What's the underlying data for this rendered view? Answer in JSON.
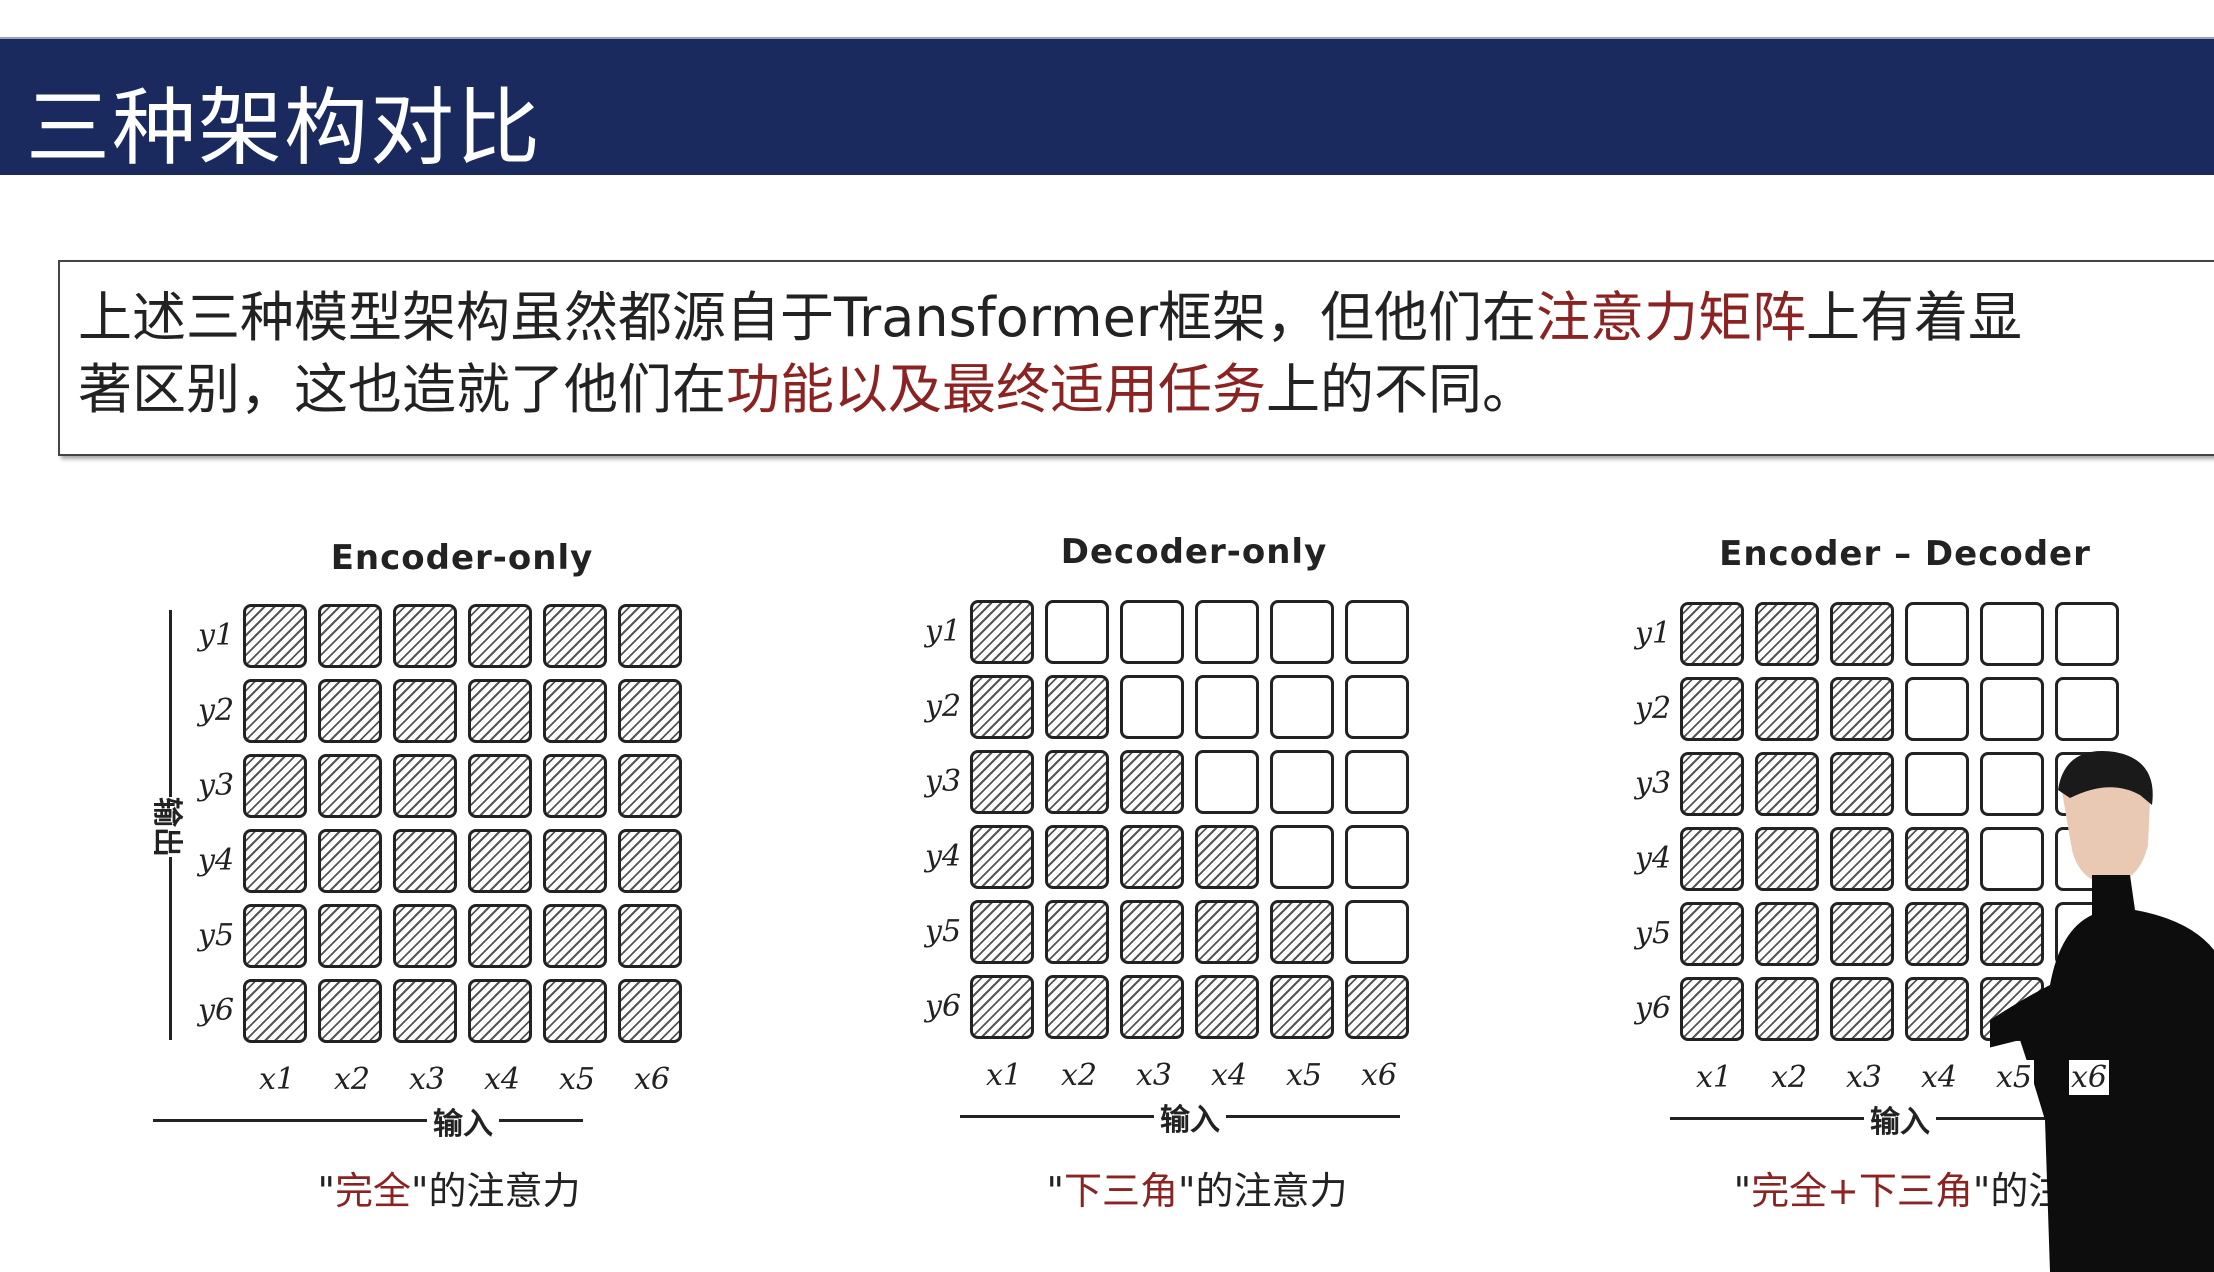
{
  "slide": {
    "title": "三种架构对比"
  },
  "description": {
    "line1_a": "上述三种模型架构虽然都源自于Transformer框架，但他们在",
    "line1_red": "注意力矩阵",
    "line1_b": "上有着显",
    "line2_a": "著区别，这也造就了他们在",
    "line2_red": "功能以及最终适用任务",
    "line2_b": "上的不同。"
  },
  "panels": [
    {
      "title": "Encoder-only",
      "y_axis_label": "输出",
      "x_axis_label": "输入",
      "caption_q1": "\"",
      "caption_red": "完全",
      "caption_q2": "\"",
      "caption_rest": "的注意力",
      "mask": "full"
    },
    {
      "title": "Decoder-only",
      "x_axis_label": "输入",
      "caption_q1": "\"",
      "caption_red": "下三角",
      "caption_q2": "\"",
      "caption_rest": "的注意力",
      "mask": "lower"
    },
    {
      "title": "Encoder – Decoder",
      "x_axis_label": "输入",
      "caption_q1": "\"",
      "caption_red": "完全+下三角",
      "caption_q2": "\"",
      "caption_rest": "的注",
      "mask": "prefix3"
    }
  ],
  "row_labels": [
    "y1",
    "y2",
    "y3",
    "y4",
    "y5",
    "y6"
  ],
  "col_labels": [
    "x1",
    "x2",
    "x3",
    "x4",
    "x5",
    "x6"
  ],
  "presenter": {
    "icon": "presenter-person"
  }
}
